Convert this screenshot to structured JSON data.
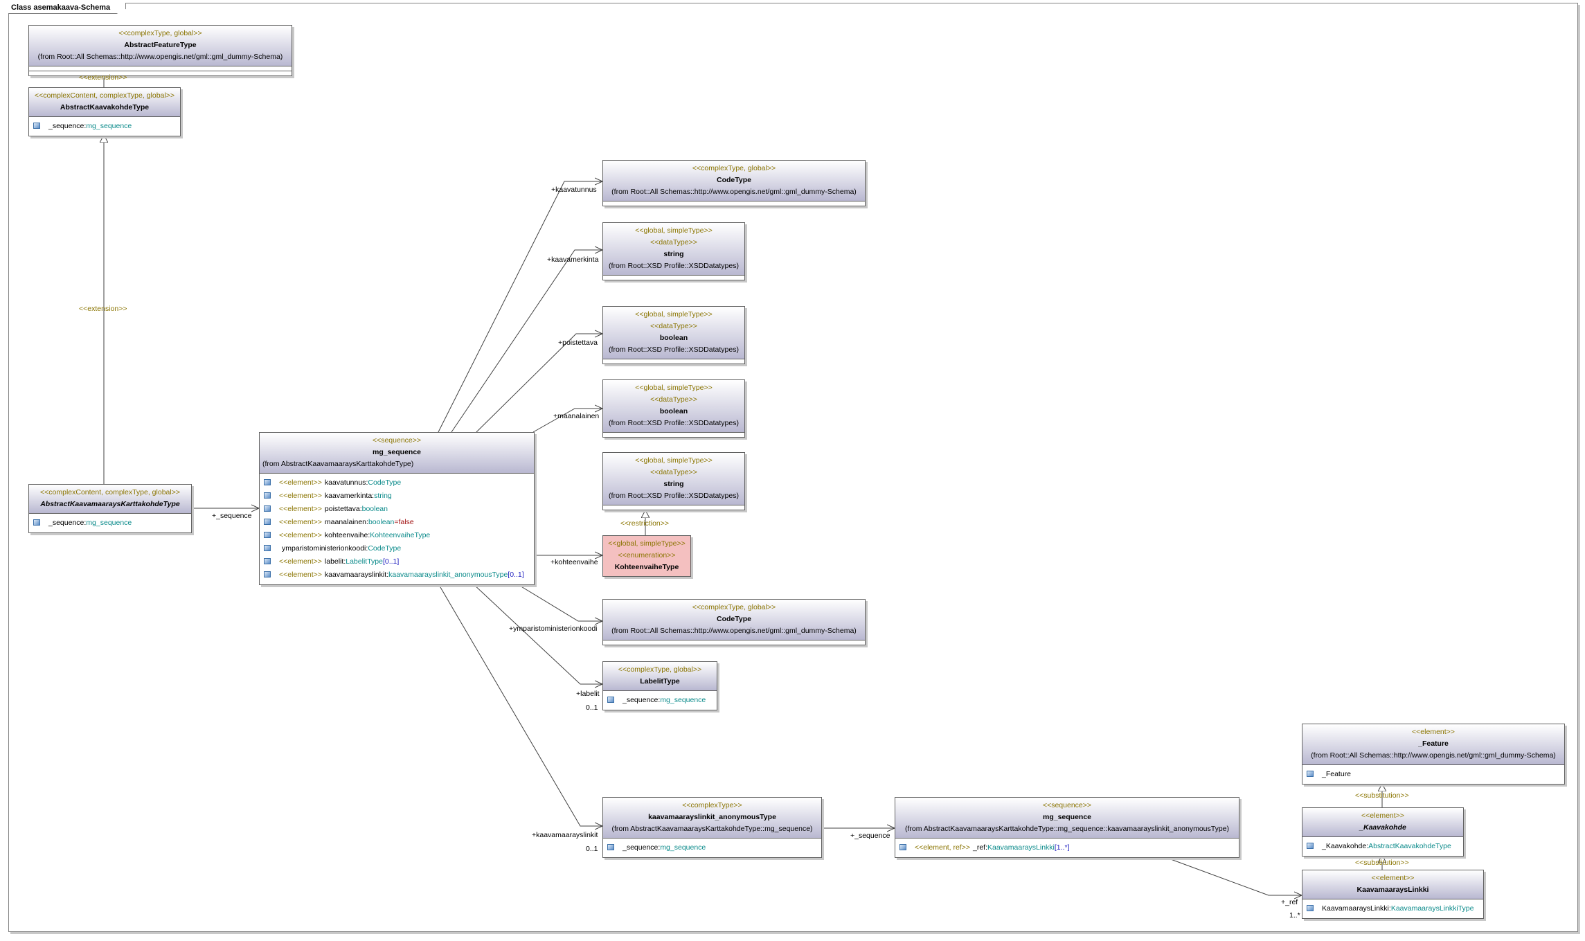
{
  "frame": {
    "title": "Class asemakaava-Schema"
  },
  "classes": {
    "abstract_feature_type": {
      "stereotype": "<<complexType, global>>",
      "name": "AbstractFeatureType",
      "from": "(from Root::All Schemas::http://www.opengis.net/gml::gml_dummy-Schema)"
    },
    "abstract_kaavakohde_type": {
      "stereotype": "<<complexContent, complexType, global>>",
      "name": "AbstractKaavakohdeType",
      "attr": {
        "name": "_sequence",
        "type": "mg_sequence"
      }
    },
    "abstract_kaavamaarays": {
      "stereotype": "<<complexContent, complexType, global>>",
      "name": "AbstractKaavamaaraysKarttakohdeType",
      "attr": {
        "name": "_sequence",
        "type": "mg_sequence"
      }
    },
    "mg_sequence_main": {
      "stereotype": "<<sequence>>",
      "name": "mg_sequence",
      "from": "(from AbstractKaavamaaraysKarttakohdeType)",
      "attrs": [
        {
          "stereo": "<<element>>",
          "name": "kaavatunnus",
          "type": "CodeType",
          "mult": "",
          "def": ""
        },
        {
          "stereo": "<<element>>",
          "name": "kaavamerkinta",
          "type": "string",
          "mult": "",
          "def": ""
        },
        {
          "stereo": "<<element>>",
          "name": "poistettava",
          "type": "boolean",
          "mult": "",
          "def": ""
        },
        {
          "stereo": "<<element>>",
          "name": "maanalainen",
          "type": "boolean",
          "mult": "",
          "def": "=false"
        },
        {
          "stereo": "<<element>>",
          "name": "kohteenvaihe",
          "type": "KohteenvaiheType",
          "mult": "",
          "def": ""
        },
        {
          "stereo": "",
          "name": "ymparistoministerionkoodi",
          "type": "CodeType",
          "mult": "",
          "def": ""
        },
        {
          "stereo": "<<element>>",
          "name": "labelit",
          "type": "LabelitType",
          "mult": "[0..1]",
          "def": ""
        },
        {
          "stereo": "<<element>>",
          "name": "kaavamaarayslinkit",
          "type": "kaavamaarayslinkit_anonymousType",
          "mult": "[0..1]",
          "def": ""
        }
      ]
    },
    "codetype_1": {
      "stereotype": "<<complexType, global>>",
      "name": "CodeType",
      "from": "(from Root::All Schemas::http://www.opengis.net/gml::gml_dummy-Schema)"
    },
    "string_1": {
      "stereotype": "<<global, simpleType>>",
      "stereotype2": "<<dataType>>",
      "name": "string",
      "from": "(from Root::XSD Profile::XSDDatatypes)"
    },
    "boolean_1": {
      "stereotype": "<<global, simpleType>>",
      "stereotype2": "<<dataType>>",
      "name": "boolean",
      "from": "(from Root::XSD Profile::XSDDatatypes)"
    },
    "boolean_2": {
      "stereotype": "<<global, simpleType>>",
      "stereotype2": "<<dataType>>",
      "name": "boolean",
      "from": "(from Root::XSD Profile::XSDDatatypes)"
    },
    "string_2": {
      "stereotype": "<<global, simpleType>>",
      "stereotype2": "<<dataType>>",
      "name": "string",
      "from": "(from Root::XSD Profile::XSDDatatypes)"
    },
    "kohteenvaihe_type": {
      "stereotype": "<<global, simpleType>>",
      "stereotype2": "<<enumeration>>",
      "name": "KohteenvaiheType"
    },
    "codetype_2": {
      "stereotype": "<<complexType, global>>",
      "name": "CodeType",
      "from": "(from Root::All Schemas::http://www.opengis.net/gml::gml_dummy-Schema)"
    },
    "labelit_type": {
      "stereotype": "<<complexType, global>>",
      "name": "LabelitType",
      "attr": {
        "name": "_sequence",
        "type": "mg_sequence"
      }
    },
    "kaavamaarayslinkit_anon": {
      "stereotype": "<<complexType>>",
      "name": "kaavamaarayslinkit_anonymousType",
      "from": "(from AbstractKaavamaaraysKarttakohdeType::mg_sequence)",
      "attr": {
        "name": "_sequence",
        "type": "mg_sequence"
      }
    },
    "mg_sequence_2": {
      "stereotype": "<<sequence>>",
      "name": "mg_sequence",
      "from": "(from AbstractKaavamaaraysKarttakohdeType::mg_sequence::kaavamaarayslinkit_anonymousType)",
      "attr": {
        "stereo": "<<element, ref>>",
        "name": "_ref",
        "type": "KaavamaaraysLinkki",
        "mult": "[1..*]"
      }
    },
    "feature": {
      "stereotype": "<<element>>",
      "name": "_Feature",
      "from": "(from Root::All Schemas::http://www.opengis.net/gml::gml_dummy-Schema)",
      "attr": {
        "name": "_Feature",
        "type": ""
      }
    },
    "kaavakohde": {
      "stereotype": "<<element>>",
      "name": "_Kaavakohde",
      "attr": {
        "name": "_Kaavakohde",
        "type": "AbstractKaavakohdeType"
      }
    },
    "kaavamaarays_linkki": {
      "stereotype": "<<element>>",
      "name": "KaavamaaraysLinkki",
      "attr": {
        "name": "KaavamaaraysLinkki",
        "type": "KaavamaaraysLinkkiType"
      }
    }
  },
  "labels": {
    "extension_1": "<<extension>>",
    "extension_2": "<<extension>>",
    "restriction": "<<restriction>>",
    "substitution_1": "<<substitution>>",
    "substitution_2": "<<substitution>>",
    "role_sequence_1": "+_sequence",
    "role_kaavatunnus": "+kaavatunnus",
    "role_kaavamerkinta": "+kaavamerkinta",
    "role_poistettava": "+poistettava",
    "role_maanalainen": "+maanalainen",
    "role_kohteenvaihe": "+kohteenvaihe",
    "role_ymparistoministerionkoodi": "+ymparistoministerionkoodi",
    "role_labelit": "+labelit",
    "mult_labelit": "0..1",
    "role_kaavamaarayslinkit": "+kaavamaarayslinkit",
    "mult_kaavamaarayslinkit": "0..1",
    "role_sequence_2": "+_sequence",
    "role_ref": "+_ref",
    "mult_ref": "1..*"
  }
}
